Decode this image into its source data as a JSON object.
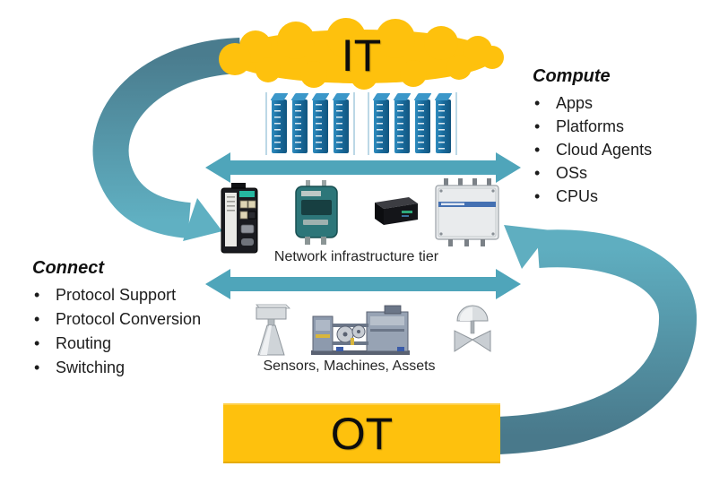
{
  "diagram": {
    "it_zone": {
      "label": "IT"
    },
    "ot_zone": {
      "label": "OT"
    },
    "compute": {
      "title": "Compute",
      "items": [
        "Apps",
        "Platforms",
        "Cloud Agents",
        "OSs",
        "CPUs"
      ]
    },
    "connect": {
      "title": "Connect",
      "items": [
        "Protocol Support",
        "Protocol Conversion",
        "Routing",
        "Switching"
      ]
    },
    "network_tier": {
      "label": "Network infrastructure tier"
    },
    "edge_tier": {
      "label": "Sensors, Machines, Assets"
    },
    "icons": {
      "it_cloud": "cloud-shape",
      "server_racks": "server-rack-cluster",
      "devices": [
        "industrial-router",
        "wireless-access-point",
        "cellular-gateway",
        "outdoor-radio-enclosure"
      ],
      "edge_assets": [
        "level-sensor",
        "industrial-machine",
        "control-valve"
      ],
      "arrows": [
        "it-to-network-curved-arrow",
        "ot-to-network-curved-arrow",
        "double-headed-arrow-upper",
        "double-headed-arrow-lower"
      ]
    },
    "colors": {
      "gold": "#FEC10D",
      "arrow_teal": "#4FA5BA",
      "arc_dark_teal": "#4A7C8E",
      "arc_light_teal": "#5FAFC1",
      "text": "#1A1A1A"
    }
  }
}
